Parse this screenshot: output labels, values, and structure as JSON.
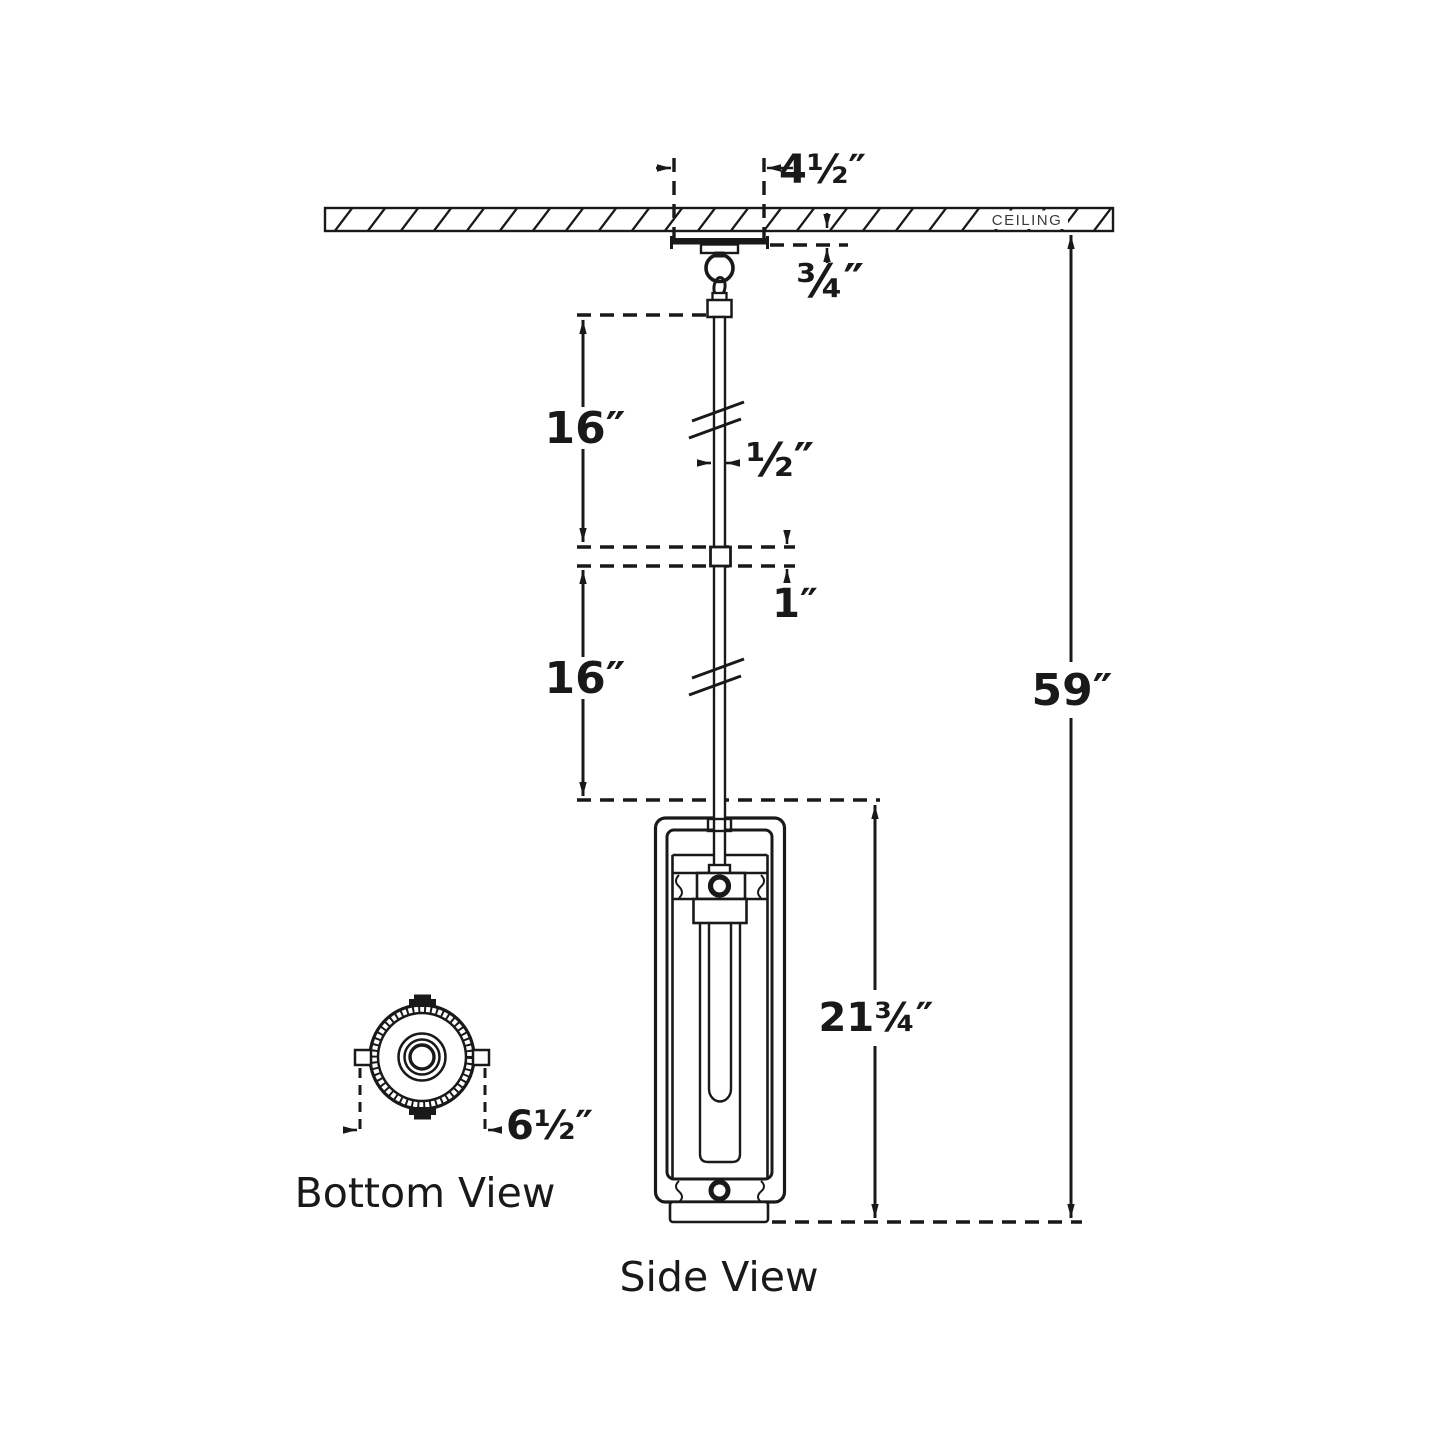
{
  "labels": {
    "ceiling": "CEILING",
    "side_view": "Side View",
    "bottom_view": "Bottom View"
  },
  "dimensions": {
    "canopy_width": "4½″",
    "canopy_thickness": "¾″",
    "upper_stem_length": "16″",
    "stem_diameter": "½″",
    "coupler_length": "1″",
    "lower_stem_length": "16″",
    "overall_height": "59″",
    "fixture_height": "21¾″",
    "fixture_width": "6½″"
  },
  "colors": {
    "line": "#191919",
    "background": "#ffffff",
    "ceiling_text": "#3a3a3a"
  }
}
